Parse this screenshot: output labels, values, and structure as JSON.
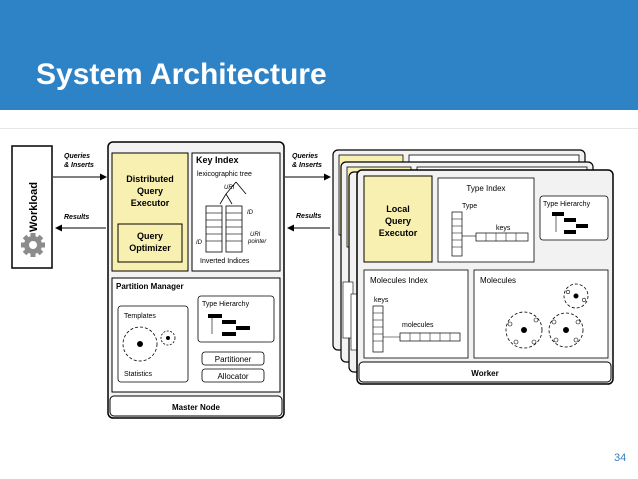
{
  "slide": {
    "title": "System Architecture",
    "page_number": "34",
    "header_color": "#2e83c6"
  },
  "diagram": {
    "workload": {
      "label": "Workload",
      "icon": "gear-icon"
    },
    "arrows": {
      "queries_inserts_left": [
        "Queries",
        "& Inserts"
      ],
      "results_left": "Results",
      "queries_inserts_right": [
        "Queries",
        "& Inserts"
      ],
      "results_right": "Results"
    },
    "master": {
      "label": "Master Node",
      "executor": [
        "Distributed",
        "Query",
        "Executor"
      ],
      "optimizer": [
        "Query",
        "Optimizer"
      ],
      "key_index": {
        "title": "Key Index",
        "tree_label": "lexicographic tree",
        "uri_label": "URI",
        "id_label_tree": "ID",
        "id_label_side": "ID",
        "uri_pointer": [
          "URI",
          "pointer"
        ],
        "inverted": "Inverted Indices"
      },
      "partition_manager": {
        "title": "Partition Manager",
        "templates": "Templates",
        "statistics": "Statistics",
        "type_hierarchy": "Type Hierarchy",
        "partitioner": "Partitioner",
        "allocator": "Allocator"
      }
    },
    "worker": {
      "label": "Worker",
      "executor": [
        "Local",
        "Query",
        "Executor"
      ],
      "type_index": {
        "title": "Type Index",
        "type_label": "Type",
        "keys_label": "keys"
      },
      "type_hierarchy": "Type Hierarchy",
      "molecules_index": {
        "title": "Molecules Index",
        "keys_label": "keys",
        "molecules_label": "molecules"
      },
      "molecules": "Molecules"
    },
    "colors": {
      "executor_fill": "#f8f0b0",
      "frame_fill": "#f2f2f2"
    }
  }
}
